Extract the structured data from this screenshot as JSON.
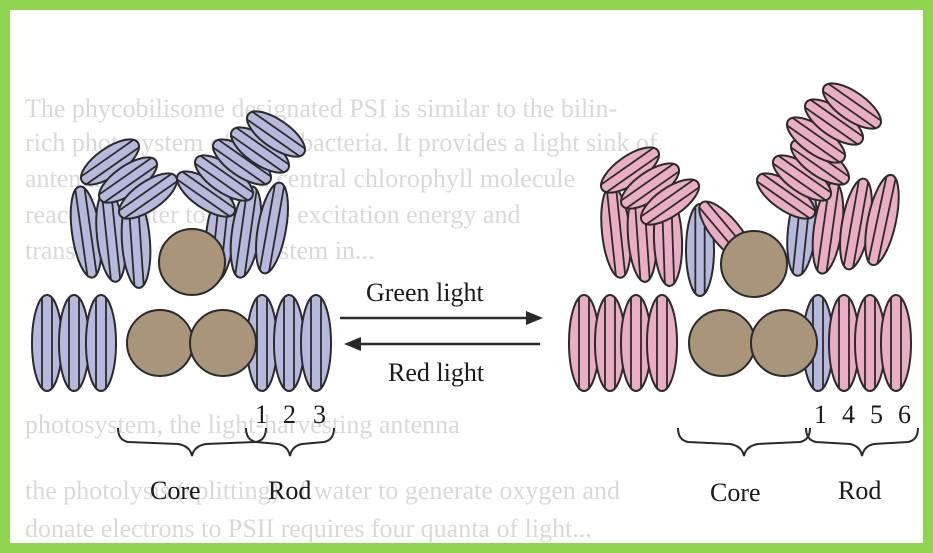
{
  "arrows": {
    "top_label": "Green light",
    "bottom_label": "Red light"
  },
  "left_complex": {
    "core_label": "Core",
    "rod_label": "Rod",
    "rod_numbers": [
      "1",
      "2",
      "3"
    ]
  },
  "right_complex": {
    "core_label": "Core",
    "rod_label": "Rod",
    "rod_numbers": [
      "1",
      "4",
      "5",
      "6"
    ]
  },
  "colors": {
    "frame": "#8fd44e",
    "blue_disc": "#b7b9dc",
    "pink_disc": "#e9aec3",
    "core_disc": "#a8957a",
    "stroke": "#2a2a2a"
  },
  "background_text": {
    "lines": [
      "The phycobilisome designated PSI is similar to the bilin-",
      "rich photosystem of cyanobacteria. It provides a light sink of",
      "antenna pigments and a central chlorophyll molecule",
      "reaction center to trap the excitation energy and",
      "transfer it to the photosystem in...",
      "photosystem, the light-harvesting antenna",
      "the photolysis (splitting) of water to generate oxygen and",
      "donate electrons to PSII requires four quanta of light..."
    ]
  }
}
